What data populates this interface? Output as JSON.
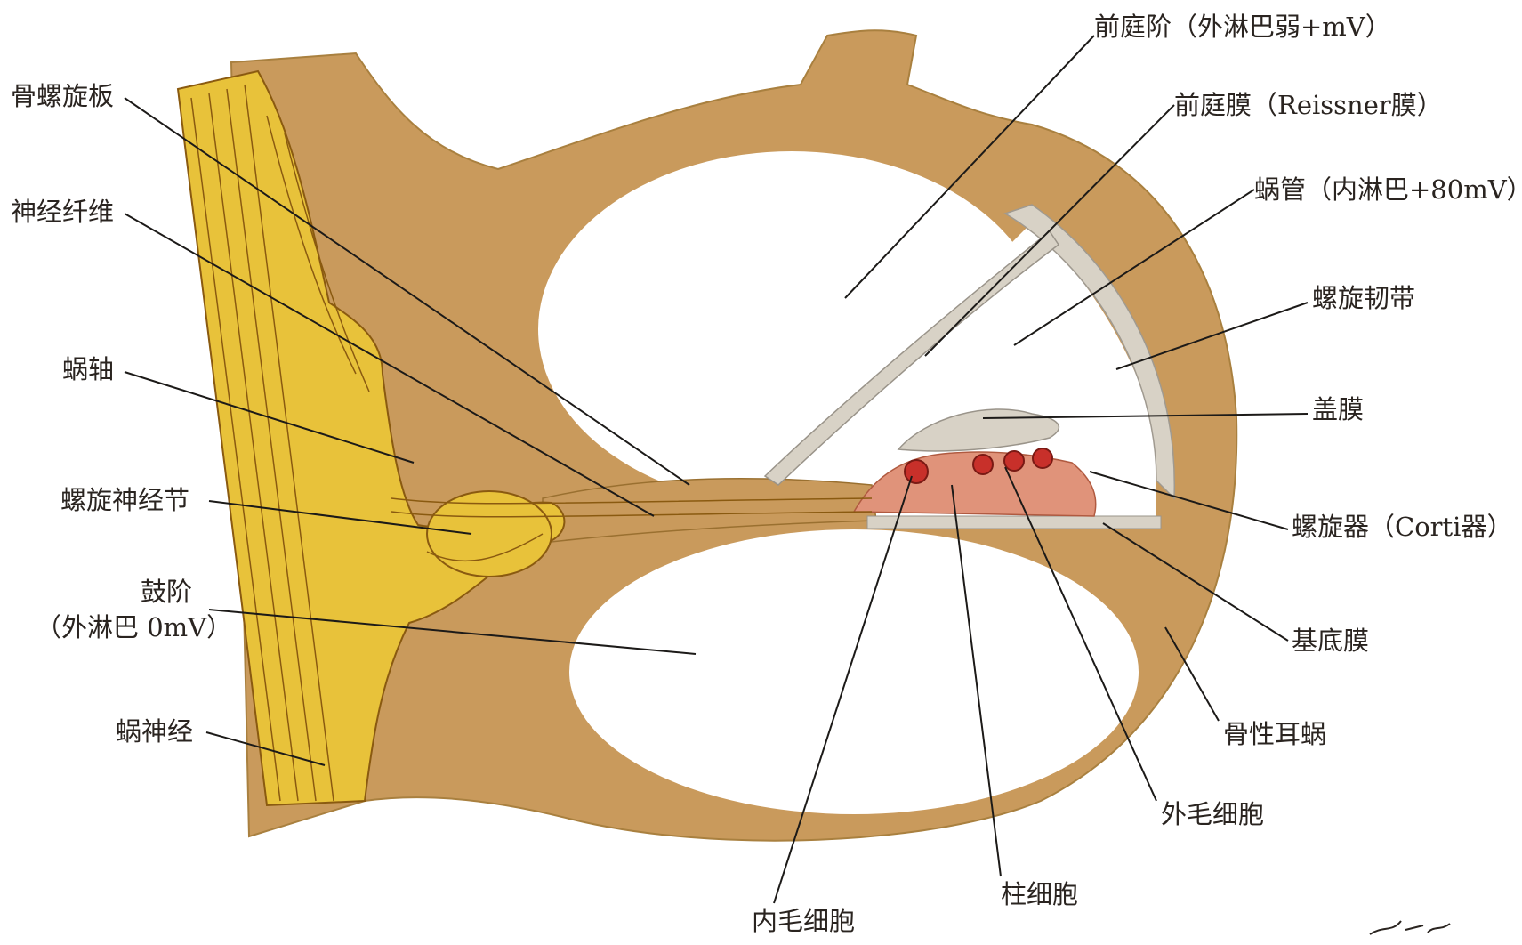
{
  "labels": {
    "vestibular_scala": "前庭阶（外淋巴弱+mV）",
    "reissner": "前庭膜（Reissner膜）",
    "cochlear_duct": "蜗管（内淋巴+80mV）",
    "spiral_ligament": "螺旋韧带",
    "tectorial": "盖膜",
    "corti": "螺旋器（Corti器）",
    "basilar": "基底膜",
    "bony_cochlea": "骨性耳蜗",
    "outer_hair": "外毛细胞",
    "pillar": "柱细胞",
    "inner_hair": "内毛细胞",
    "osseous_lamina": "骨螺旋板",
    "nerve_fibers": "神经纤维",
    "modiolus": "蜗轴",
    "spiral_ganglion": "螺旋神经节",
    "tympanic_line1": "鼓阶",
    "tympanic_line2": "（外淋巴 0mV）",
    "cochlear_nerve": "蜗神经"
  },
  "colors": {
    "bone": "#c99a5c",
    "bone_dark": "#b98846",
    "nerve": "#e8c23a",
    "nerve_line": "#8a5a10",
    "membrane": "#d8d2c6",
    "corti_tissue": "#e0937a",
    "hair_cell": "#c8302a",
    "leader": "#1c1a18"
  }
}
